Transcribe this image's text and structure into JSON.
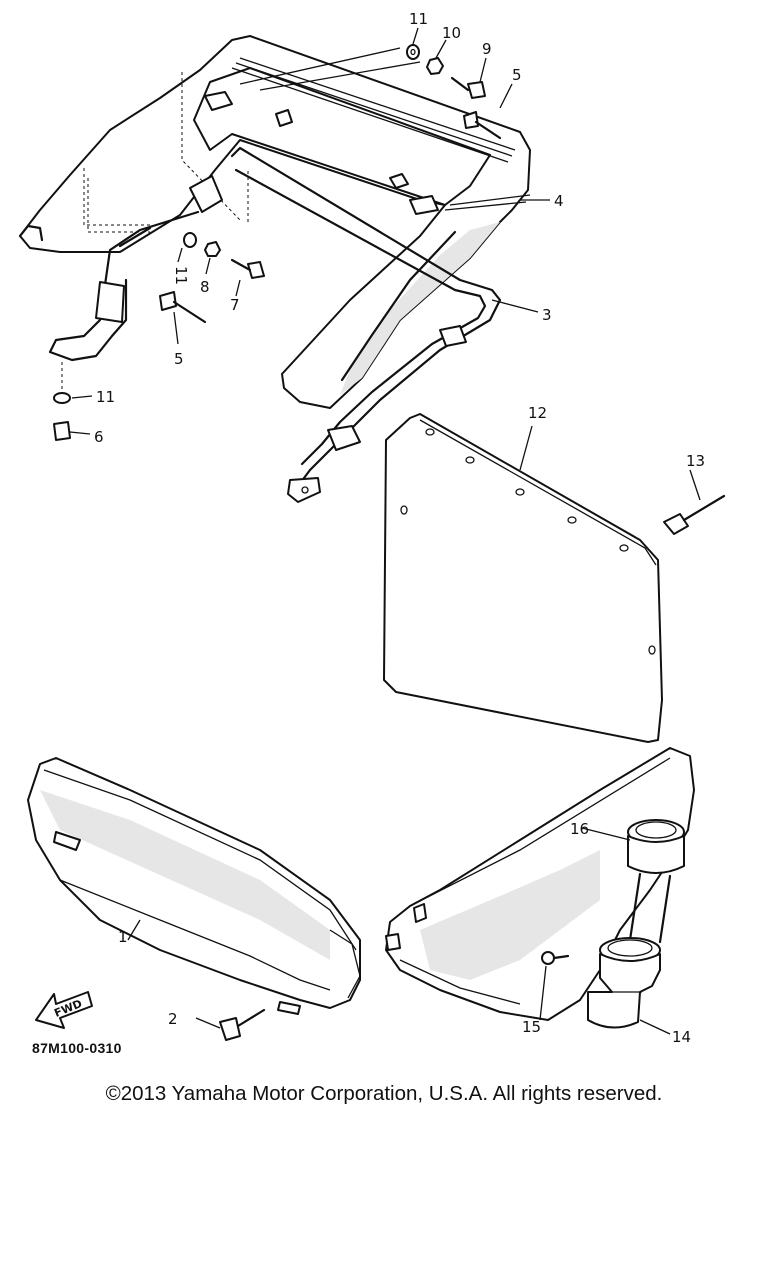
{
  "diagram": {
    "drawing_code": "87M100-0310",
    "fwd_label": "FWD",
    "callouts": [
      "1",
      "2",
      "3",
      "4",
      "5",
      "5",
      "6",
      "7",
      "8",
      "9",
      "10",
      "11",
      "11",
      "11",
      "12",
      "13",
      "14",
      "15",
      "16"
    ]
  },
  "footer": {
    "copyright": "©2013 Yamaha Motor Corporation, U.S.A. All rights reserved."
  }
}
